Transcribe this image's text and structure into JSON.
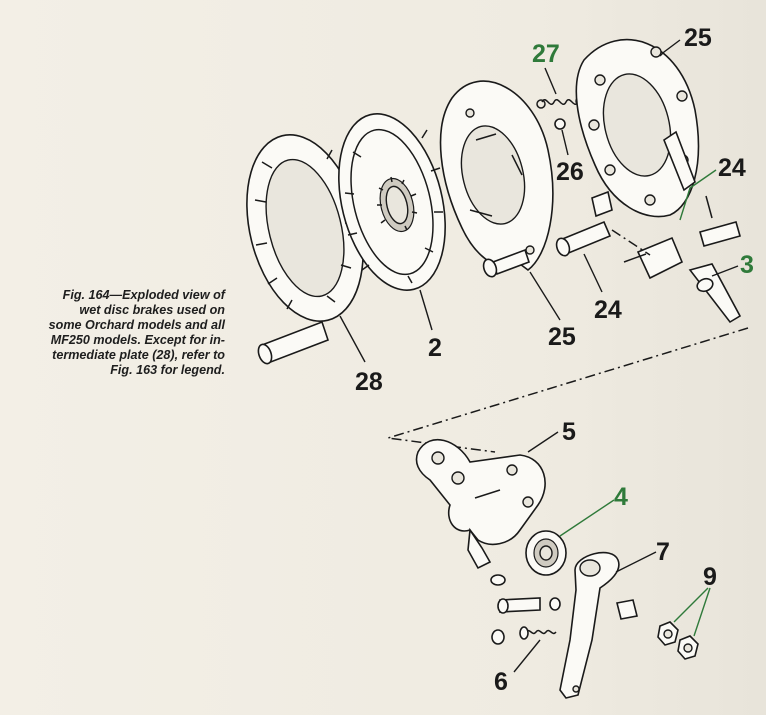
{
  "caption": {
    "line1": "Fig. 164—Exploded view of",
    "line2": "wet disc brakes used on",
    "line3": "some Orchard models and all",
    "line4": "MF250 models. Except for in-",
    "line5": "termediate plate (28), refer to",
    "line6": "Fig. 163 for legend."
  },
  "callouts": {
    "c25_top": "25",
    "c27": "27",
    "c26": "26",
    "c24_right": "24",
    "c3": "3",
    "c24_lower": "24",
    "c25_lower": "25",
    "c2": "2",
    "c28": "28",
    "c5": "5",
    "c4": "4",
    "c7": "7",
    "c9": "9",
    "c6": "6"
  },
  "colors": {
    "highlight_callout": "#2f7a3a",
    "ink": "#1a1a1a",
    "paper": "#f1ede3"
  }
}
